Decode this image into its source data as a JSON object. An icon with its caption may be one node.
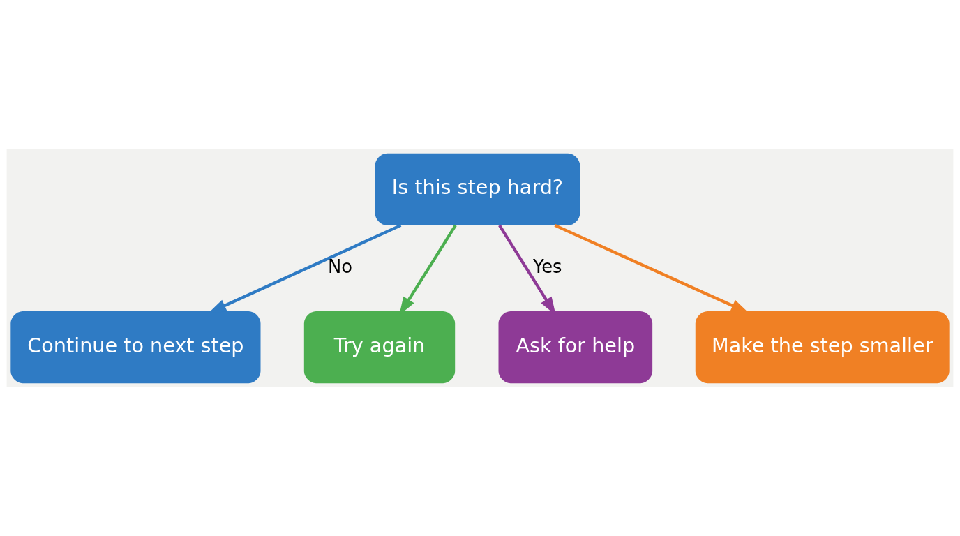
{
  "diagram": {
    "nodes": [
      {
        "text": [
          "Is this step hard?"
        ]
      },
      {
        "text": [
          "Continue to next step"
        ]
      },
      {
        "text": [
          "Try again"
        ]
      },
      {
        "text": [
          "Ask for help"
        ]
      },
      {
        "text": [
          "Make the step smaller"
        ]
      }
    ],
    "edges": [
      {
        "from": 0,
        "to": 1,
        "arrow": "to",
        "label": "No",
        "color": "#2f7bc4"
      },
      {
        "from": 0,
        "to": 2,
        "arrow": "to",
        "color": "#4caf50"
      },
      {
        "from": 0,
        "to": 3,
        "arrow": "to",
        "label": "Yes",
        "color": "#8e3a96"
      },
      {
        "from": 0,
        "to": 4,
        "arrow": "to",
        "color": "#f08024"
      }
    ]
  }
}
